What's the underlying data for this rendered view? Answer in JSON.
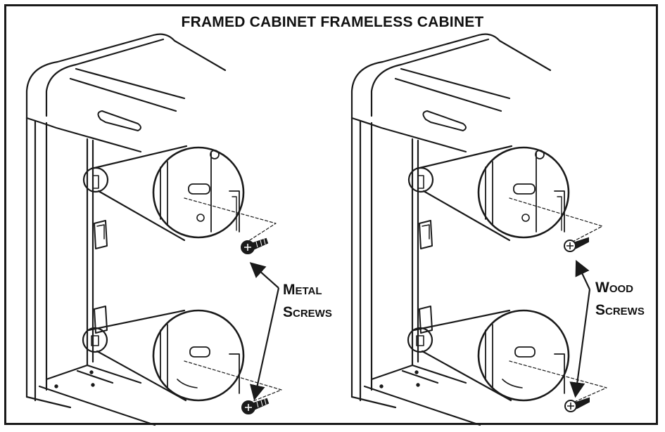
{
  "title": "FRAMED CABINET FRAMELESS CABINET",
  "left_panel": {
    "label_line1": "Metal",
    "label_line2": "Screws"
  },
  "right_panel": {
    "label_line1": "Wood",
    "label_line2": "Screws"
  },
  "colors": {
    "line": "#1a1a1a",
    "background": "#ffffff"
  }
}
